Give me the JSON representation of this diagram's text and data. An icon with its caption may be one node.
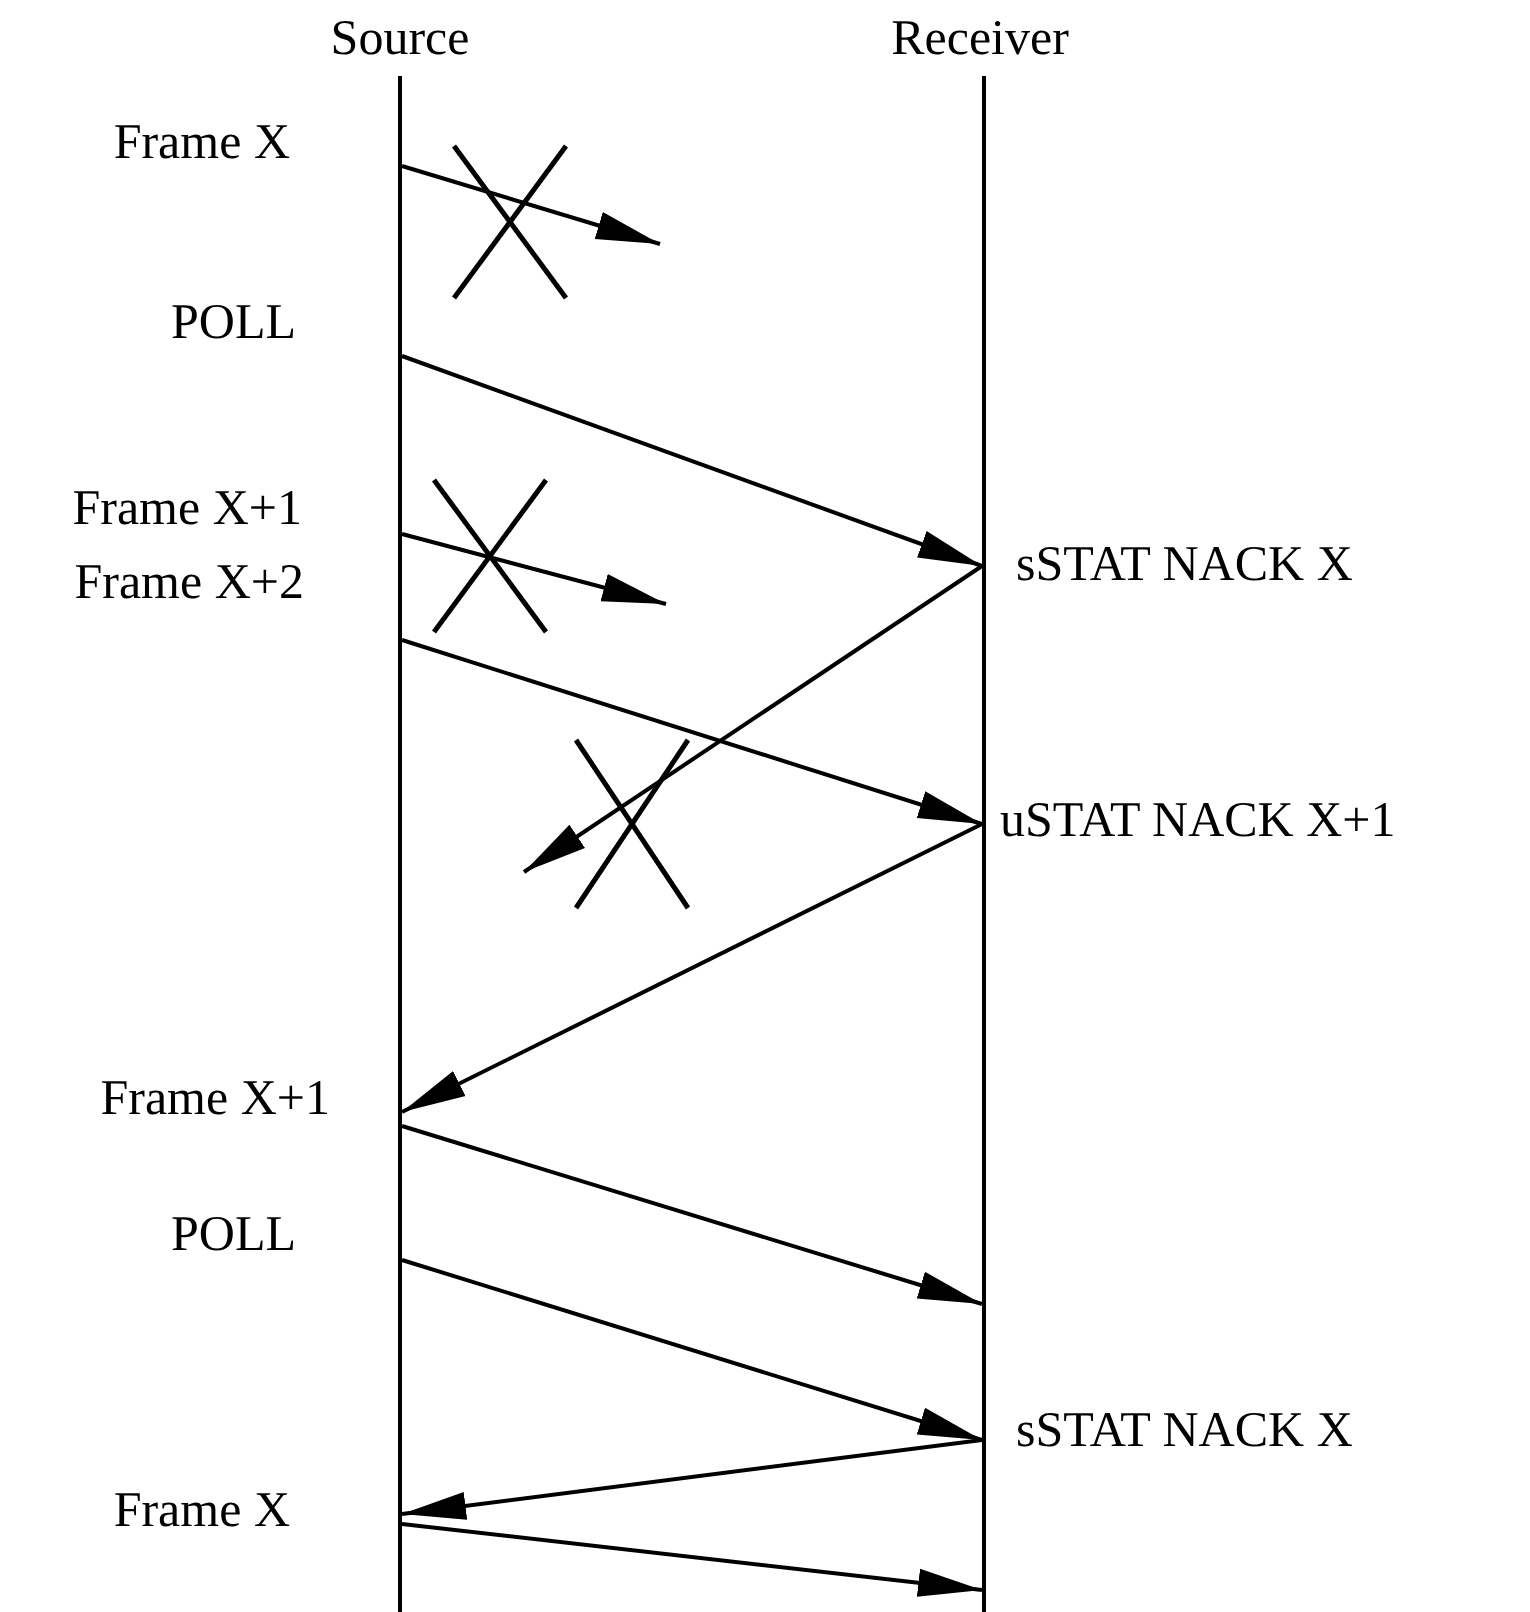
{
  "diagram": {
    "nodes": [
      {
        "text": [],
        "shape": "bar",
        "beside": [
          "Source"
        ]
      },
      {
        "text": [],
        "shape": "bar",
        "beside": [
          "Receiver"
        ]
      }
    ],
    "edges": [
      {
        "from": 0,
        "to": null,
        "arrow": "to",
        "label": "Frame X"
      },
      {
        "from": 0,
        "to": 1,
        "arrow": "to",
        "label": "POLL"
      },
      {
        "from": 0,
        "to": null,
        "arrow": "to",
        "label": "Frame X+1"
      },
      {
        "from": 0,
        "to": 1,
        "arrow": "to",
        "label": "Frame X+2"
      },
      {
        "from": 1,
        "to": null,
        "arrow": "to",
        "label": "sSTAT NACK X"
      },
      {
        "from": 1,
        "to": 0,
        "arrow": "to",
        "label": "uSTAT NACK X+1"
      },
      {
        "from": 0,
        "to": 1,
        "arrow": "to",
        "label": "Frame X+1"
      },
      {
        "from": 0,
        "to": 1,
        "arrow": "to",
        "label": "POLL"
      },
      {
        "from": 1,
        "to": 0,
        "arrow": "to",
        "label": "sSTAT NACK X"
      },
      {
        "from": 0,
        "to": 1,
        "arrow": "to",
        "label": "Frame X"
      }
    ]
  }
}
